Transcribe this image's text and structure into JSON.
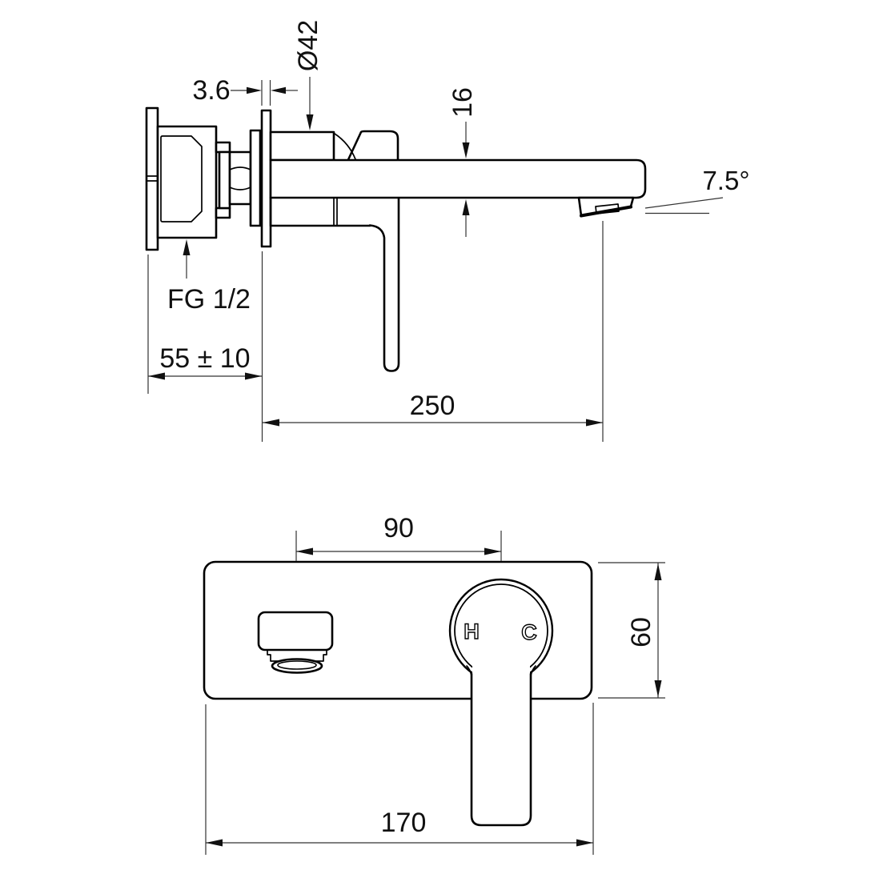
{
  "drawing": {
    "side_view": {
      "wall_plate_thickness": "3.6",
      "body_diameter": "Ø42",
      "spout_profile_height": "16",
      "spout_tilt_angle": "7.5°",
      "inlet_connection": "FG 1/2",
      "installation_depth": "55 ± 10",
      "spout_reach": "250"
    },
    "front_view": {
      "spout_to_handle_distance": "90",
      "plate_height": "60",
      "plate_width": "170",
      "hot_indicator": "H",
      "cold_indicator": "C"
    },
    "colors": {
      "line": "#000000",
      "dimension_line": "#333333",
      "background": "#ffffff"
    }
  }
}
